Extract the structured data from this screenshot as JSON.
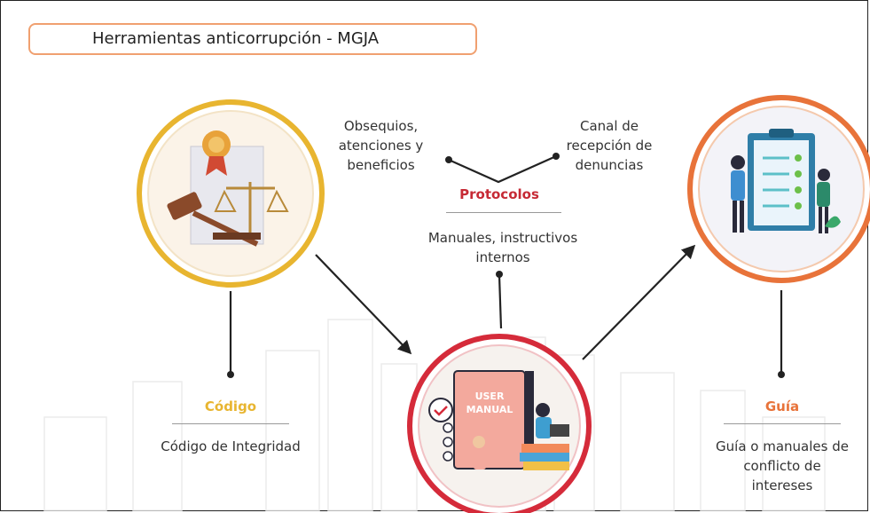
{
  "title": "Herramientas anticorrupción - MGJA",
  "colors": {
    "gold": "#e8b530",
    "orange": "#e8733a",
    "red": "#d52b3a",
    "protocol_red": "#c62a35"
  },
  "nodes": {
    "codigo": {
      "heading": "Código",
      "text": "Código de Integridad",
      "color": "#e8b530",
      "icon": "gavel-scales-icon"
    },
    "protocolos": {
      "heading": "Protocolos",
      "text": "Manuales, instructivos internos",
      "color": "#c62a35",
      "icon": "user-manual-icon",
      "branch_left": "Obsequios, atenciones y beneficios",
      "branch_right": "Canal de recepción de denuncias"
    },
    "guia": {
      "heading": "Guía",
      "text": "Guía o manuales de conflicto de intereses",
      "color": "#e8733a",
      "icon": "checklist-board-icon"
    }
  }
}
